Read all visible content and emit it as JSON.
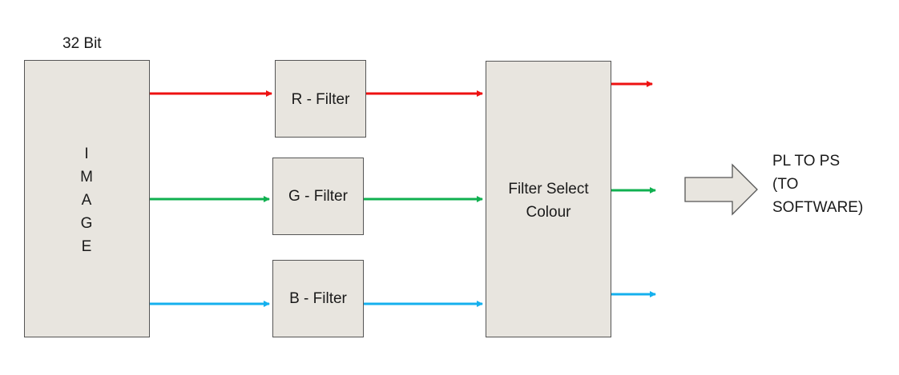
{
  "image_block": {
    "bit_label": "32 Bit",
    "vertical_text": "I\nM\nA\nG\nE"
  },
  "filters": [
    {
      "label": "R - Filter",
      "color": "#ee1111"
    },
    {
      "label": "G - Filter",
      "color": "#10b050"
    },
    {
      "label": "B - Filter",
      "color": "#15b0ee"
    }
  ],
  "select_block": {
    "label": "Filter Select\nColour"
  },
  "output": {
    "text": "PL TO PS\n(TO\nSOFTWARE)"
  },
  "colors": {
    "box_fill": "#e8e5df",
    "box_border": "#555555",
    "red": "#ee1111",
    "green": "#10b050",
    "blue": "#15b0ee"
  }
}
